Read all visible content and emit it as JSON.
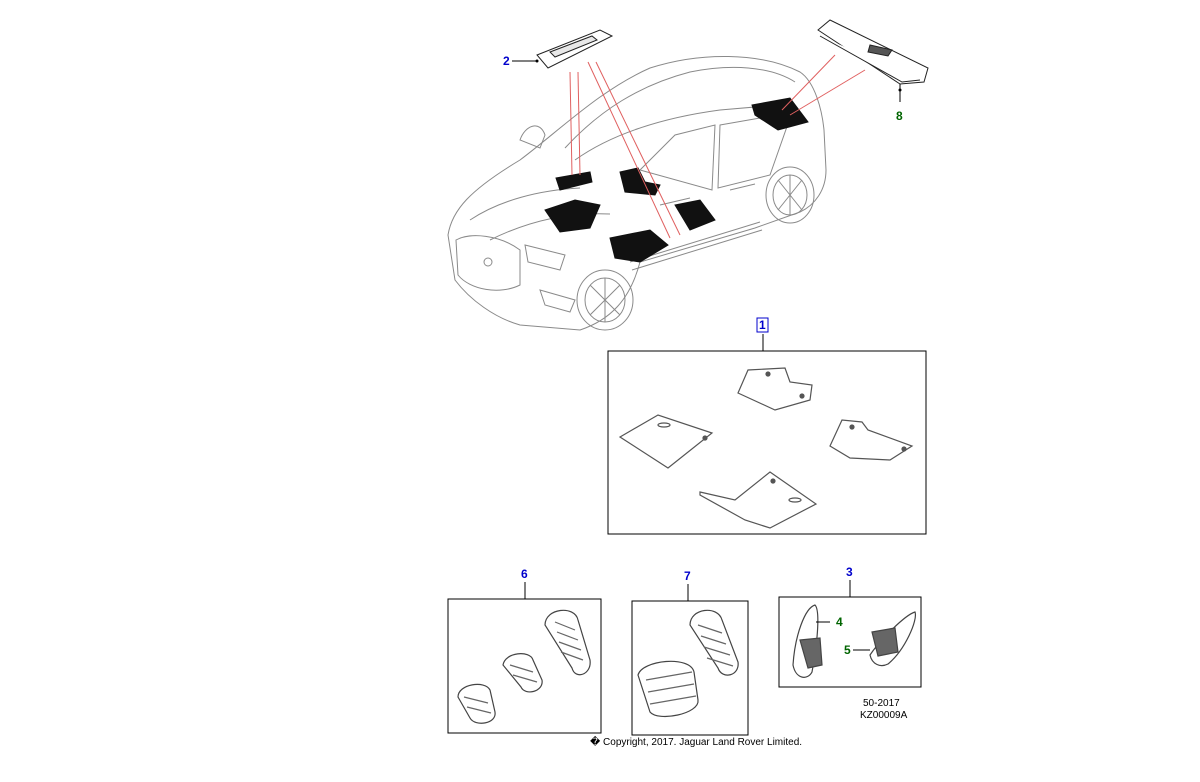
{
  "callouts": [
    {
      "label": "2",
      "color": "#0000cc"
    },
    {
      "label": "8",
      "color": "#006400"
    },
    {
      "label": "1",
      "color": "#0000cc"
    },
    {
      "label": "6",
      "color": "#0000cc"
    },
    {
      "label": "7",
      "color": "#0000cc"
    },
    {
      "label": "3",
      "color": "#0000cc"
    },
    {
      "label": "4",
      "color": "#006400"
    },
    {
      "label": "5",
      "color": "#006400"
    }
  ],
  "footer": {
    "date_code": "50-2017",
    "illustration_code": "KZ00009A",
    "copyright": "� Copyright, 2017. Jaguar Land Rover Limited."
  },
  "colors": {
    "leader_red": "#e06060",
    "outline": "#777777",
    "mat_fill": "#111111"
  },
  "icons": [
    "car-outline-icon",
    "floor-mat-icon",
    "sill-plate-icon",
    "boot-sill-icon",
    "pedal-pad-icon",
    "paddle-shifter-icon"
  ]
}
